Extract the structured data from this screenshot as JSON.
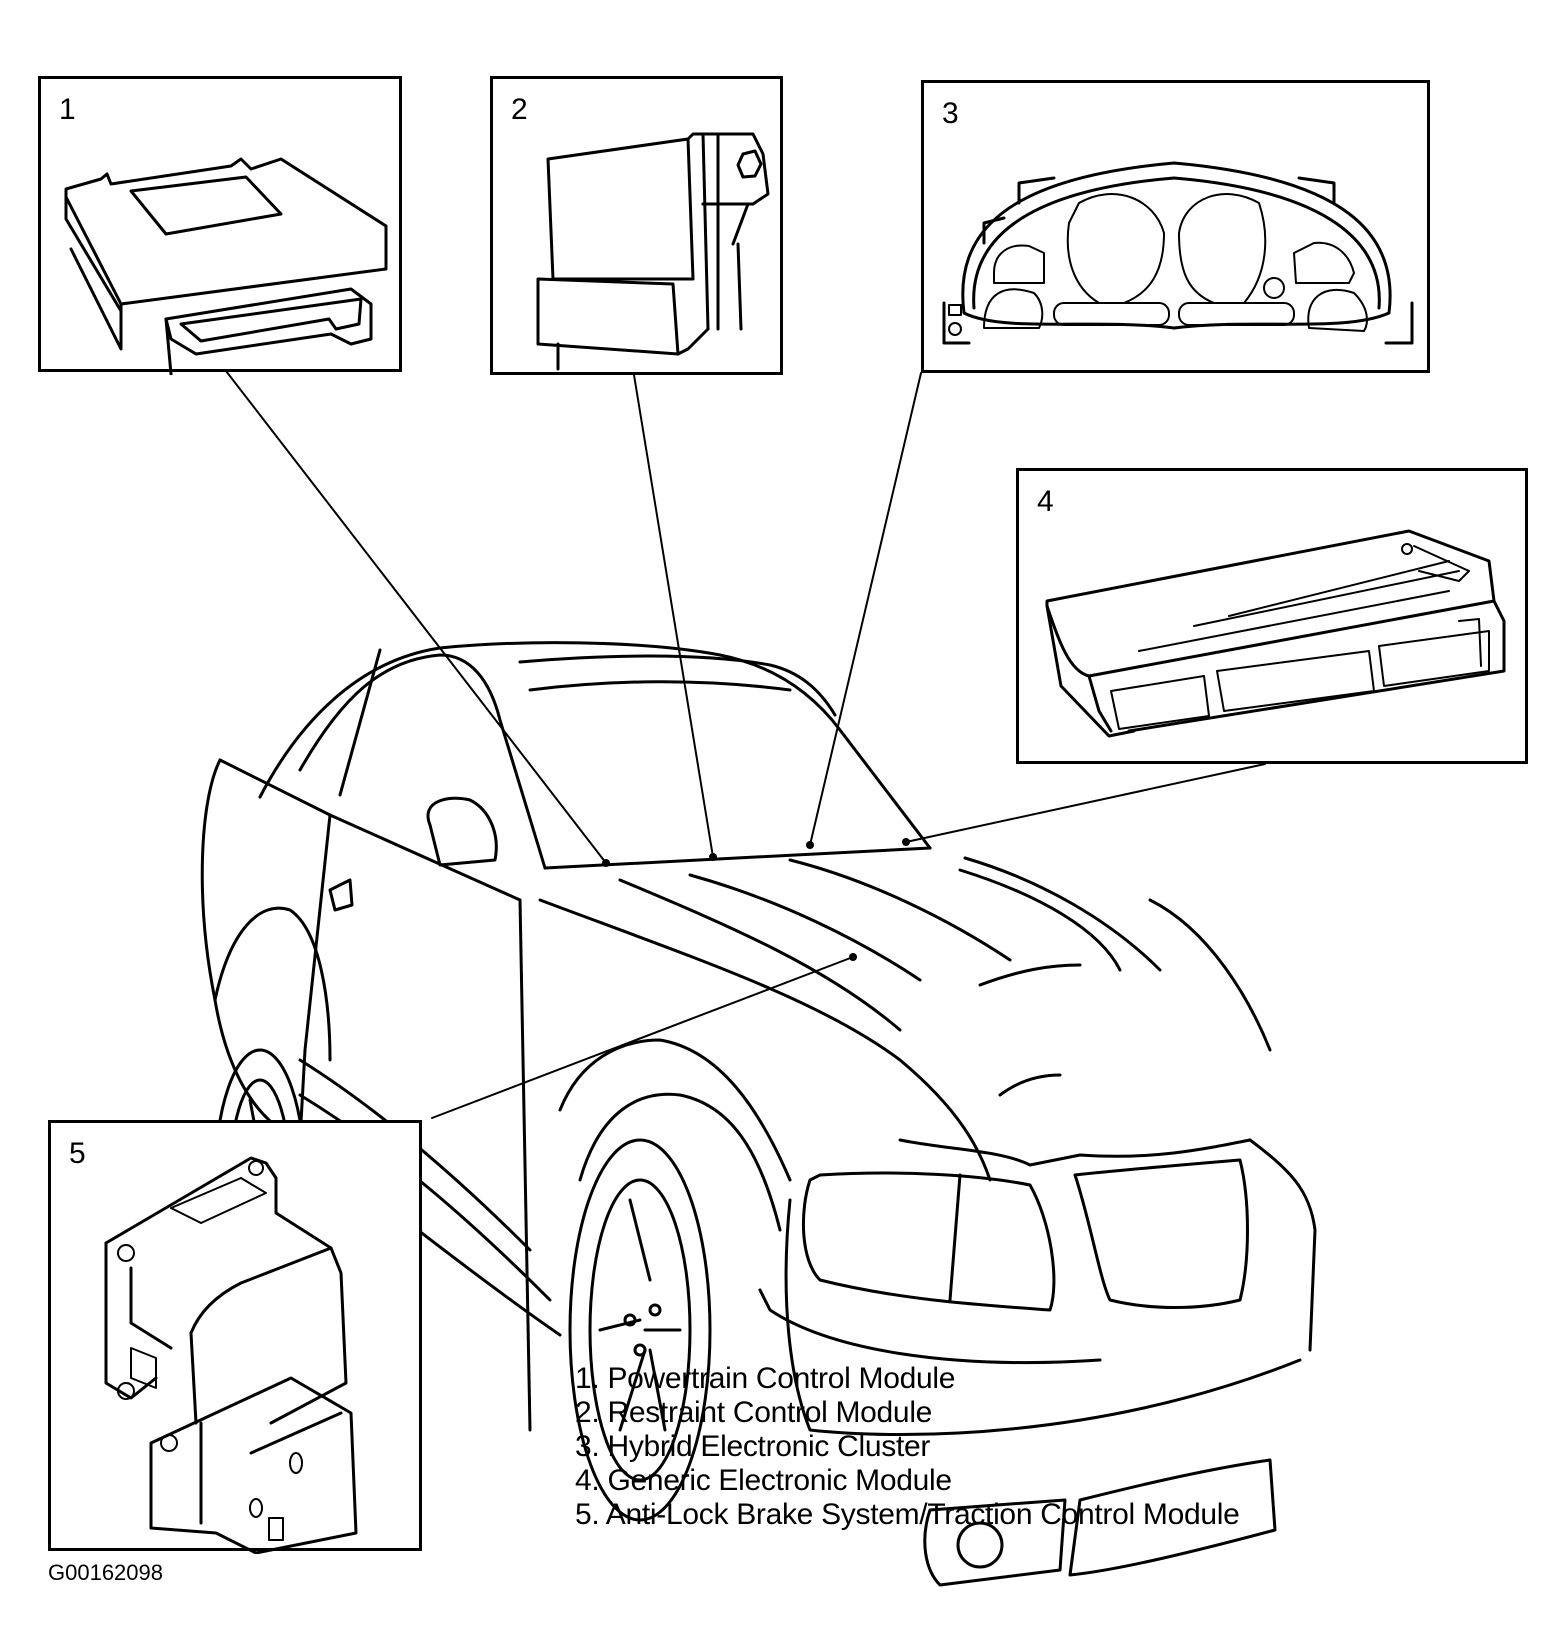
{
  "figure_id": "G00162098",
  "panels": [
    {
      "number": "1",
      "component": "Powertrain Control Module"
    },
    {
      "number": "2",
      "component": "Restraint Control Module"
    },
    {
      "number": "3",
      "component": "Hybrid Electronic Cluster"
    },
    {
      "number": "4",
      "component": "Generic Electronic Module"
    },
    {
      "number": "5",
      "component": "Anti-Lock Brake System/Traction Control Module"
    }
  ],
  "legend": [
    "1. Powertrain Control Module",
    "2. Restraint Control Module",
    "3. Hybrid Electronic Cluster",
    "4. Generic Electronic Module",
    "5. Anti-Lock Brake System/Traction Control Module"
  ],
  "colors": {
    "line": "#000000",
    "background": "#ffffff"
  }
}
